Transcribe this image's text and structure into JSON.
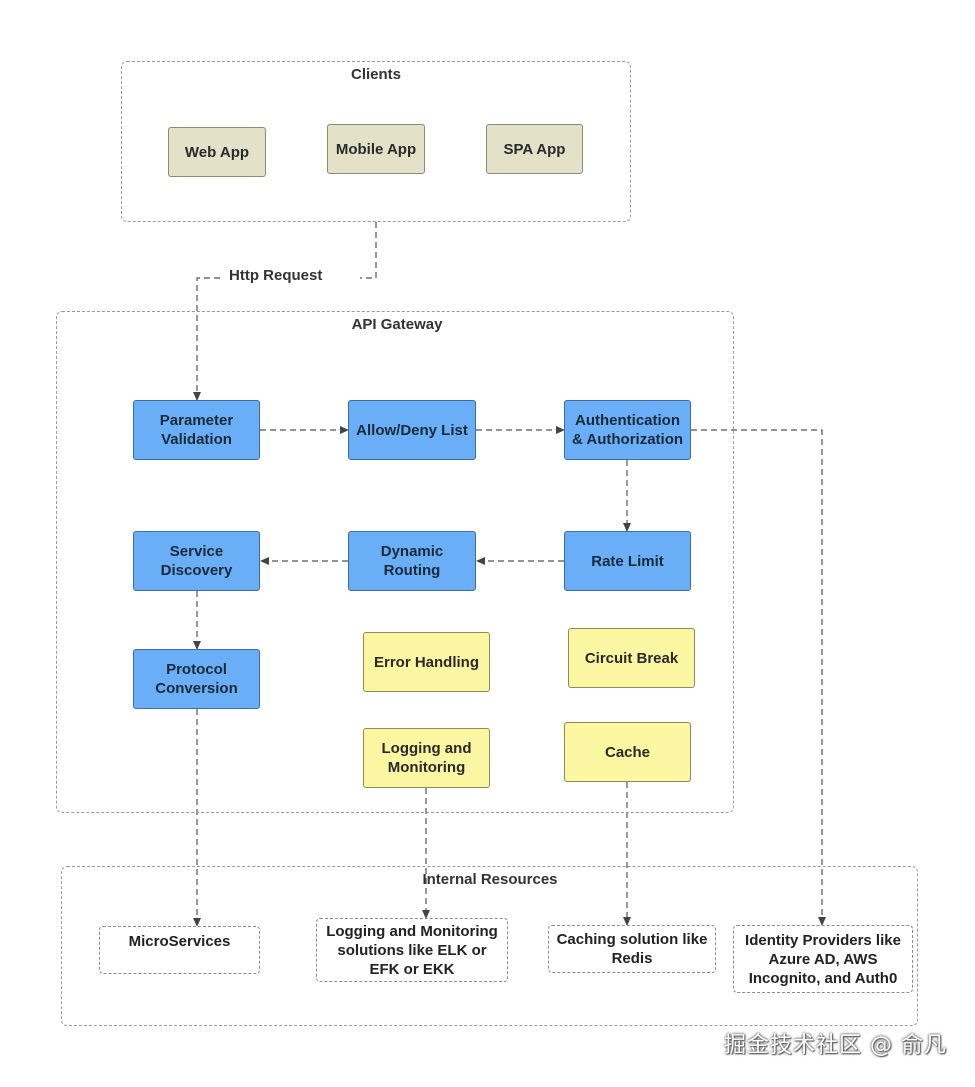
{
  "clients": {
    "title": "Clients",
    "web_app": "Web App",
    "mobile_app": "Mobile App",
    "spa_app": "SPA App"
  },
  "http_request": "Http Request",
  "gateway": {
    "title": "API Gateway",
    "parameter_validation": "Parameter Validation",
    "allow_deny_list": "Allow/Deny List",
    "auth": "Authentication & Authorization",
    "service_discovery": "Service Discovery",
    "dynamic_routing": "Dynamic Routing",
    "rate_limit": "Rate Limit",
    "protocol_conversion": "Protocol Conversion",
    "error_handling": "Error Handling",
    "circuit_break": "Circuit Break",
    "logging_monitoring": "Logging and Monitoring",
    "cache": "Cache"
  },
  "internal": {
    "title": "Internal Resources",
    "microservices": "MicroServices",
    "logging_solutions": "Logging and Monitoring solutions like ELK or EFK or EKK",
    "caching_solution": "Caching solution like Redis",
    "identity_providers": "Identity Providers like Azure AD, AWS Incognito, and Auth0"
  },
  "watermark": "掘金技术社区 @ 俞凡",
  "colors": {
    "client_box": "#e4e1c9",
    "gateway_core": "#6aaef7",
    "gateway_aux": "#fbf6a2",
    "dashed_border": "#9a9a9a"
  }
}
